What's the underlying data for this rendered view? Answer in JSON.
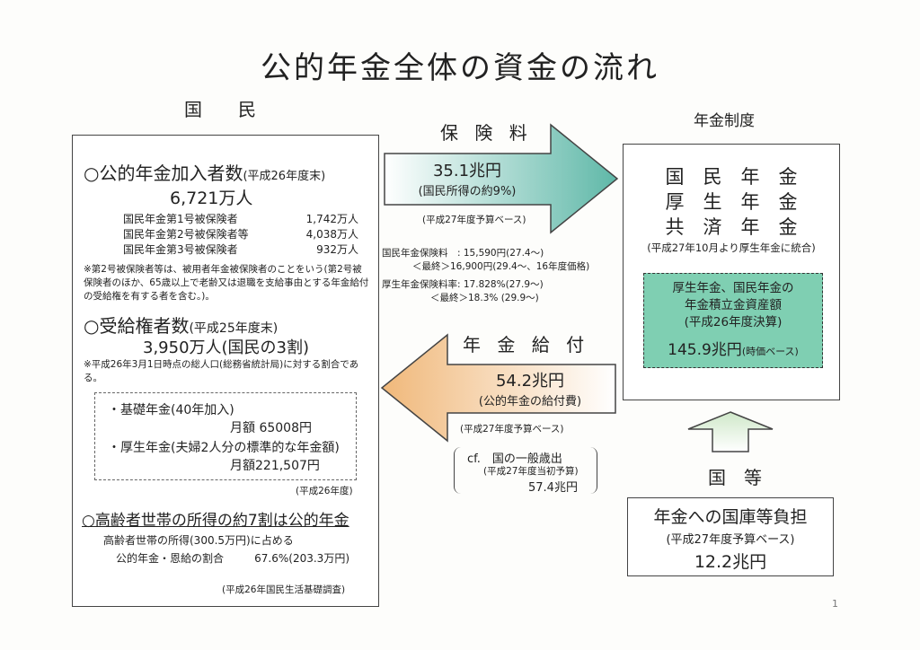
{
  "title": "公的年金全体の資金の流れ",
  "left": {
    "header": "国　民",
    "enrollees_heading": "○公的年金加入者数",
    "enrollees_heading_note": "(平成26年度末)",
    "enrollees_total": "6,721万人",
    "enrollees_rows": [
      {
        "label": "国民年金第1号被保険者",
        "value": "1,742万人"
      },
      {
        "label": "国民年金第2号被保険者等",
        "value": "4,038万人"
      },
      {
        "label": "国民年金第3号被保険者",
        "value": "932万人"
      }
    ],
    "enrollees_note": "※第2号被保険者等は、被用者年金被保険者のことをいう(第2号被保険者のほか、65歳以上で老齢又は退職を支給事由とする年金給付の受給権を有する者を含む。)。",
    "recipients_heading": "○受給権者数",
    "recipients_heading_note": "(平成25年度末)",
    "recipients_total": "3,950万人(国民の3割)",
    "recipients_note": "※平成26年3月1日時点の総人口(総務省統計局)に対する割合である。",
    "benefit_basic_label": "・基礎年金(40年加入)",
    "benefit_basic_value": "月額 65008円",
    "benefit_employee_label": "・厚生年金(夫婦2人分の標準的な年金額)",
    "benefit_employee_value": "月額221,507円",
    "benefit_year": "(平成26年度)",
    "elderly_heading": "○高齢者世帯の所得の約7割は公的年金",
    "elderly_line1": "高齢者世帯の所得(300.5万円)に占める",
    "elderly_line2_label": "公的年金・恩給の割合",
    "elderly_line2_value": "67.6%(203.3万円)",
    "elderly_source": "(平成26年国民生活基礎調査)"
  },
  "premium": {
    "header": "保 険 料",
    "amount": "35.1兆円",
    "sub": "(国民所得の約9%)",
    "basis": "(平成27年度予算ベース)",
    "np_line1": "国民年金保険料　: 15,590円(27.4～)",
    "np_line2": "＜最終＞16,900円(29.4～、16年度価格)",
    "ep_line1": "厚生年金保険料率: 17.828%(27.9～)",
    "ep_line2": "＜最終＞18.3% (29.9～)"
  },
  "benefit": {
    "header": "年 金 給 付",
    "amount": "54.2兆円",
    "sub": "(公的年金の給付費)",
    "basis": "(平成27年度予算ベース)",
    "cf_line1": "cf.　国の一般歳出",
    "cf_line2": "(平成27年度当初予算)",
    "cf_line3": "57.4兆円"
  },
  "system": {
    "header": "年金制度",
    "line1": "国　民　年　金",
    "line2": "厚　生　年　金",
    "line3": "共　済　年　金",
    "note": "(平成27年10月より厚生年金に統合)",
    "reserve_line1": "厚生年金、国民年金の",
    "reserve_line2": "年金積立金資産額",
    "reserve_line3": "(平成26年度決算)",
    "reserve_amount": "145.9兆円",
    "reserve_amount_note": "(時価ベース)"
  },
  "state": {
    "header": "国　等",
    "line1": "年金への国庫等負担",
    "line2": "(平成27年度予算ベース)",
    "amount": "12.2兆円"
  },
  "page_number": "1",
  "colors": {
    "premium_arrow": "#5fb8a8",
    "benefit_arrow": "#f0b87a",
    "reserve_fill": "#7fcfb2"
  }
}
